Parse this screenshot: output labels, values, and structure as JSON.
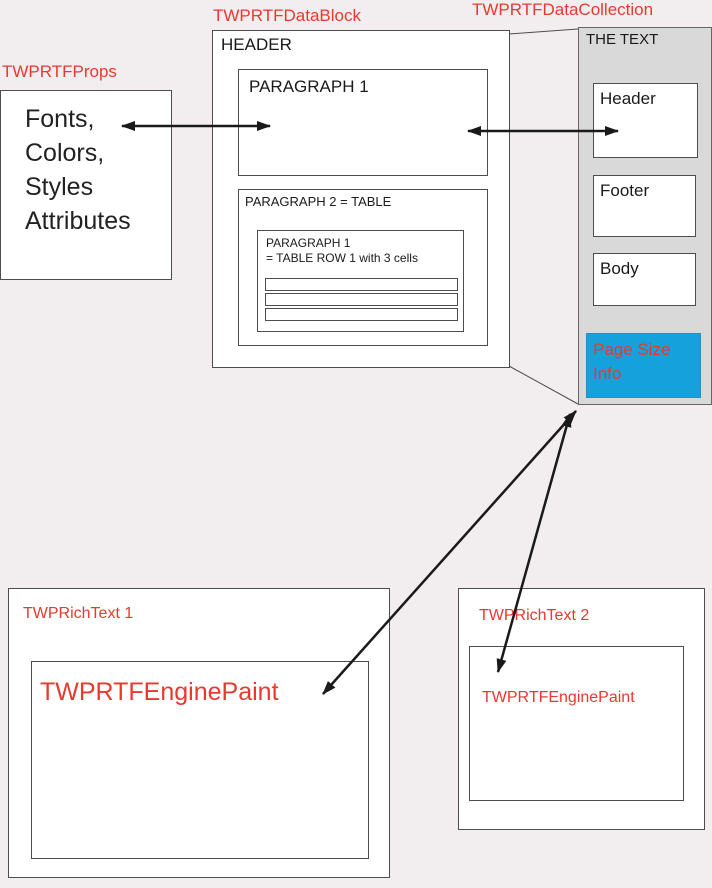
{
  "colors": {
    "red": "#e8392f",
    "cyan": "#15a1dc",
    "gray_bg": "#d9d9d9",
    "page_bg": "#f2eef0"
  },
  "labels": {
    "props": "TWPRTFProps",
    "datablock": "TWPRTFDataBlock",
    "datacollection": "TWPRTFDataCollection"
  },
  "props_box": {
    "lines": [
      "Fonts,",
      "Colors,",
      "Styles",
      "Attributes"
    ]
  },
  "datablock": {
    "header": "HEADER",
    "paragraph1": "PARAGRAPH 1",
    "paragraph2": "PARAGRAPH 2 = TABLE",
    "table": {
      "line1": "PARAGRAPH 1",
      "line2": "= TABLE ROW 1 with 3 cells"
    }
  },
  "text_column": {
    "title": "THE TEXT",
    "header": "Header",
    "footer": "Footer",
    "body": "Body",
    "page_size": {
      "line1": "Page Size",
      "line2": "Info"
    }
  },
  "richtext1": {
    "title": "TWPRichText 1",
    "engine": "TWPRTFEnginePaint"
  },
  "richtext2": {
    "title": "TWPRichText 2",
    "engine": "TWPRTFEnginePaint"
  }
}
